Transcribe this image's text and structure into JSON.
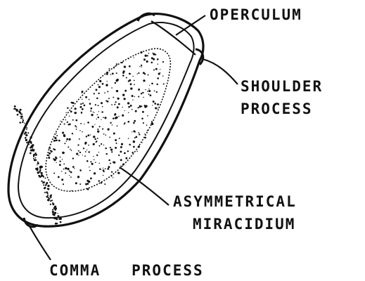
{
  "labels": {
    "operculum": "OPERCULUM",
    "shoulder_process_line1": "SHOULDER",
    "shoulder_process_line2": "PROCESS",
    "miracidium_line1": "ASYMMETRICAL",
    "miracidium_line2": "MIRACIDIUM",
    "comma_process": "COMMA   PROCESS"
  },
  "colors": {
    "ink": "#111111",
    "background": "#ffffff"
  }
}
